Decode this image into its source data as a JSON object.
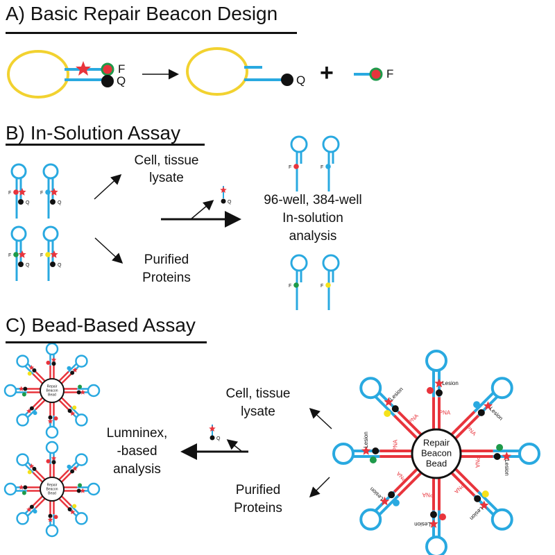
{
  "sections": {
    "a": {
      "heading": "A) Basic Repair Beacon Design"
    },
    "b": {
      "heading": "B) In-Solution Assay"
    },
    "c": {
      "heading": "C) Bead-Based Assay"
    }
  },
  "labels": {
    "F": "F",
    "Q": "Q",
    "plus": "+",
    "lesion": "Lesion",
    "pna": "PNA",
    "cell_lysate_1": "Cell, tissue",
    "cell_lysate_2": "lysate",
    "purified_1": "Purified",
    "purified_2": "Proteins",
    "wells_1": "96-well, 384-well",
    "wells_2": "In-solution",
    "wells_3": "analysis",
    "bead_1": "Repair",
    "bead_2": "Beacon",
    "bead_3": "Bead",
    "lumi_1": "Lumninex,",
    "lumi_2": "-based",
    "lumi_3": "analysis"
  },
  "colors": {
    "loop_yellow": "#f2d230",
    "strand_blue": "#29a9e0",
    "linker_red": "#e8343c",
    "lesion_red": "#e8343c",
    "quencher_black": "#111111",
    "fluor_red": "#e8343c",
    "fluor_blue": "#29a9e0",
    "fluor_green": "#1e9a4a",
    "fluor_yellow": "#f5e21a",
    "ink": "#111111"
  }
}
